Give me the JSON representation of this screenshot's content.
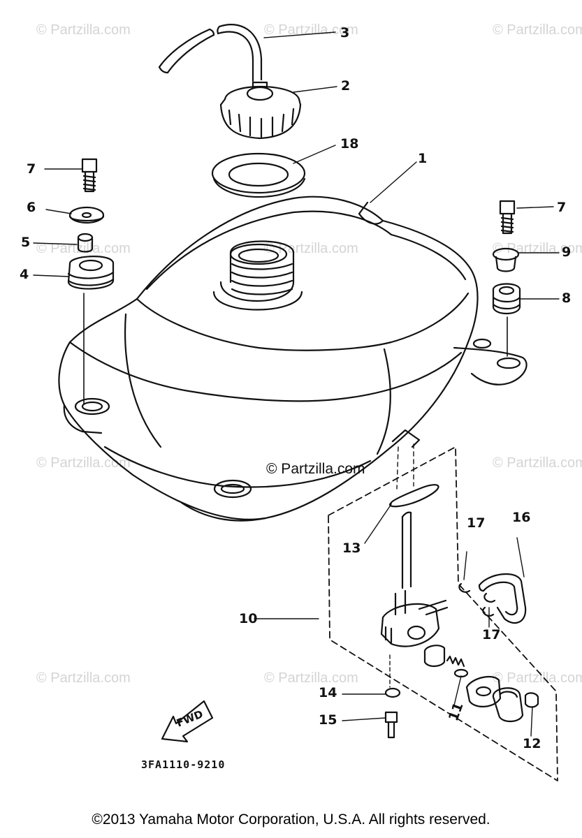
{
  "watermark": "© Partzilla.com",
  "center_watermark": "© Partzilla.com",
  "callouts": {
    "c1": "1",
    "c2": "2",
    "c3": "3",
    "c4": "4",
    "c5": "5",
    "c6": "6",
    "c7a": "7",
    "c7b": "7",
    "c8": "8",
    "c9": "9",
    "c10": "10",
    "c11": "11",
    "c12": "12",
    "c13": "13",
    "c14": "14",
    "c15": "15",
    "c16": "16",
    "c17a": "17",
    "c17b": "17",
    "c18": "18"
  },
  "fwd_label": "FWD",
  "diagram_code": "3FA1110-9210",
  "footer": "©2013  Yamaha Motor Corporation, U.S.A. All rights reserved."
}
